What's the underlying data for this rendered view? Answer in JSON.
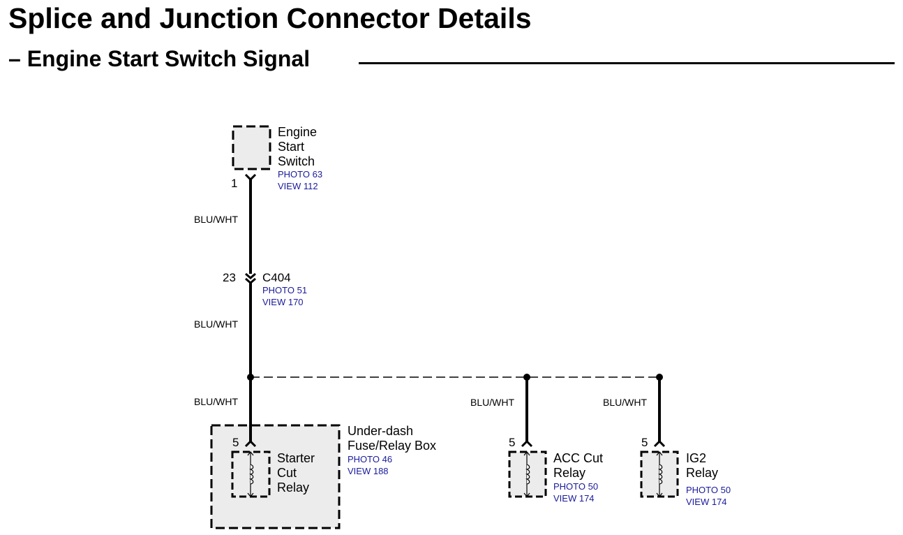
{
  "header": {
    "title": "Splice and Junction Connector Details",
    "subtitle": "– Engine Start Switch Signal"
  },
  "diagram": {
    "wire_color": "BLU/WHT",
    "engine_start_switch": {
      "name_lines": [
        "Engine",
        "Start",
        "Switch"
      ],
      "photo": "PHOTO 63",
      "view": "VIEW 112",
      "pin": "1"
    },
    "c404": {
      "name": "C404",
      "photo": "PHOTO 51",
      "view": "VIEW 170",
      "pin": "23"
    },
    "under_dash_box": {
      "name_lines": [
        "Under-dash",
        "Fuse/Relay Box"
      ],
      "photo": "PHOTO 46",
      "view": "VIEW 188"
    },
    "starter_cut_relay": {
      "name_lines": [
        "Starter",
        "Cut",
        "Relay"
      ],
      "pin": "5"
    },
    "acc_cut_relay": {
      "name_lines": [
        "ACC Cut",
        "Relay"
      ],
      "photo": "PHOTO 50",
      "view": "VIEW 174",
      "pin": "5"
    },
    "ig2_relay": {
      "name_lines": [
        "IG2",
        "Relay"
      ],
      "photo": "PHOTO 50",
      "view": "VIEW 174",
      "pin": "5"
    },
    "colors": {
      "text": "#000000",
      "reference_blue": "#1a1a9c",
      "component_fill": "#ececec"
    }
  }
}
